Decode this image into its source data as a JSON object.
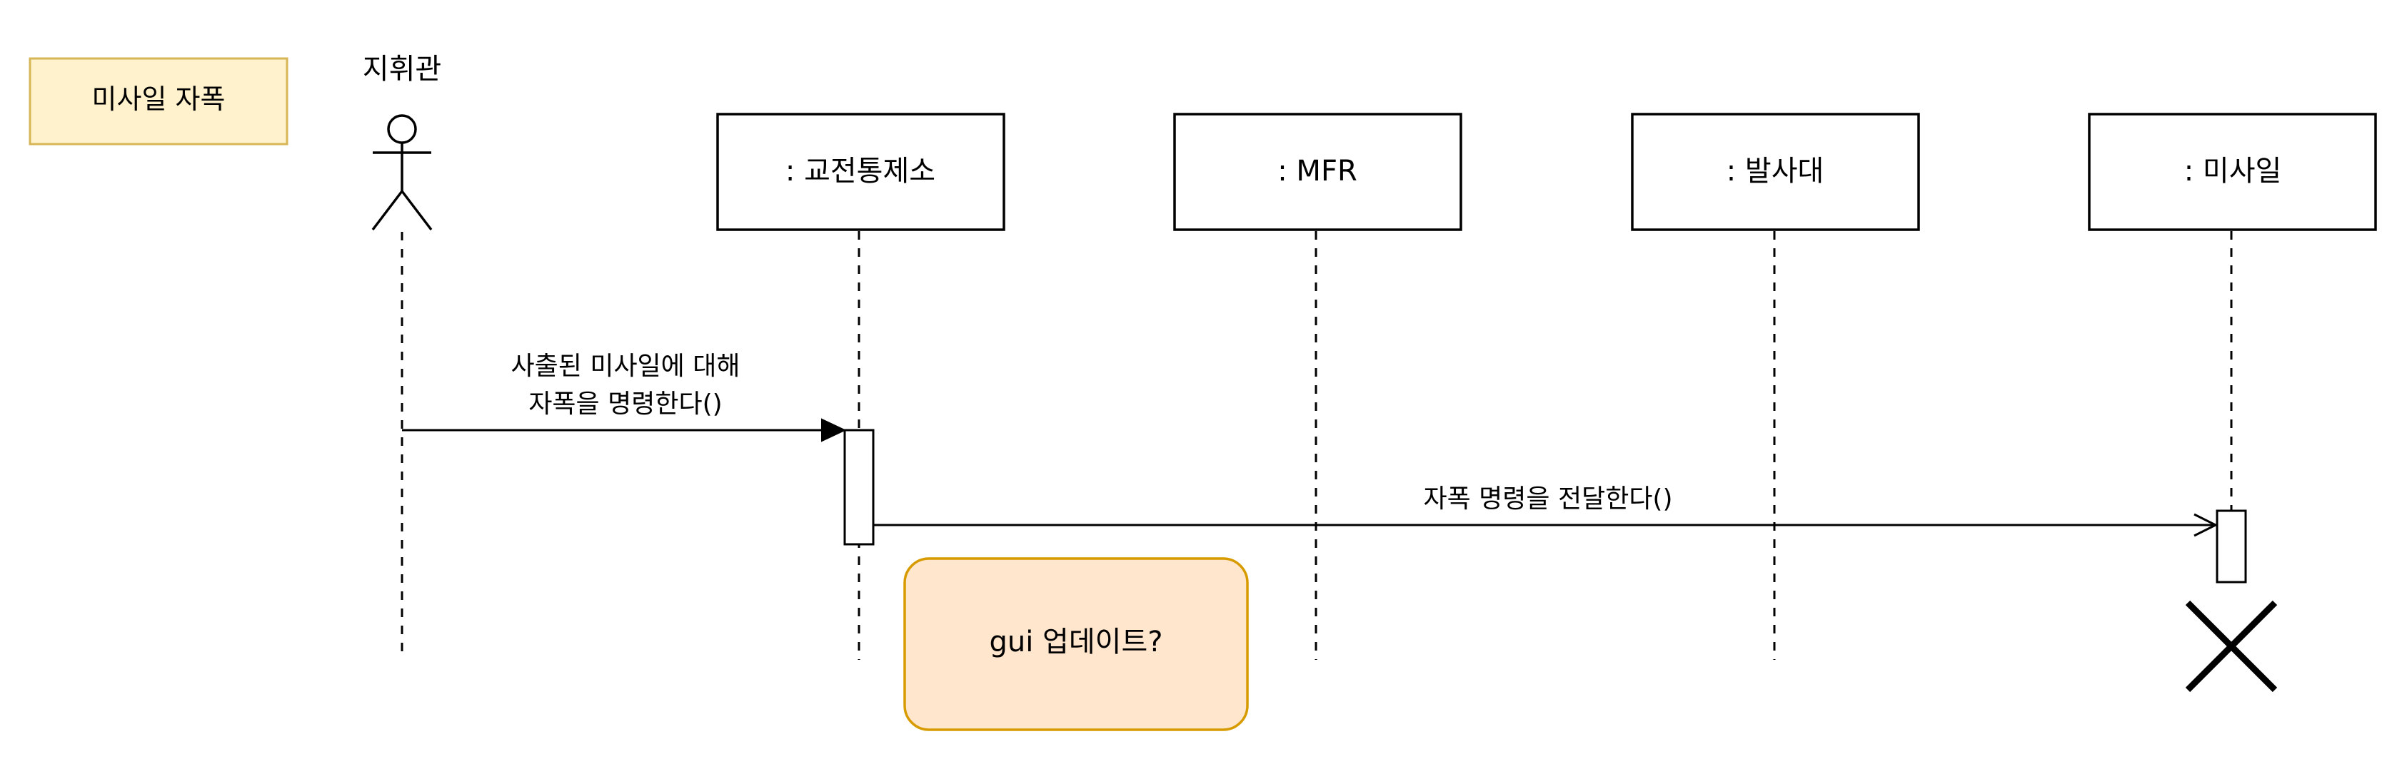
{
  "frame": {
    "label": "미사일 자폭",
    "fill": "#fff2cc",
    "stroke": "#d6b656"
  },
  "actor": {
    "label": "지휘관",
    "icon": "stick-figure-icon"
  },
  "lifelines": [
    {
      "id": "traffic-control",
      "label": ": 교전통제소"
    },
    {
      "id": "mfr",
      "label": ": MFR"
    },
    {
      "id": "launcher",
      "label": ": 발사대"
    },
    {
      "id": "missile",
      "label": ": 미사일"
    }
  ],
  "messages": [
    {
      "from": "actor",
      "to": "traffic-control",
      "lines": [
        "사출된 미사일에 대해",
        "자폭을 명령한다()"
      ],
      "arrow": "filled"
    },
    {
      "from": "traffic-control",
      "to": "missile",
      "lines": [
        "자폭 명령을 전달한다()"
      ],
      "arrow": "open"
    }
  ],
  "note": {
    "label": "gui 업데이트?",
    "fill": "#ffe6cc",
    "stroke": "#d79b00"
  },
  "destroy": {
    "target": "missile",
    "icon": "destroy-x-icon"
  }
}
